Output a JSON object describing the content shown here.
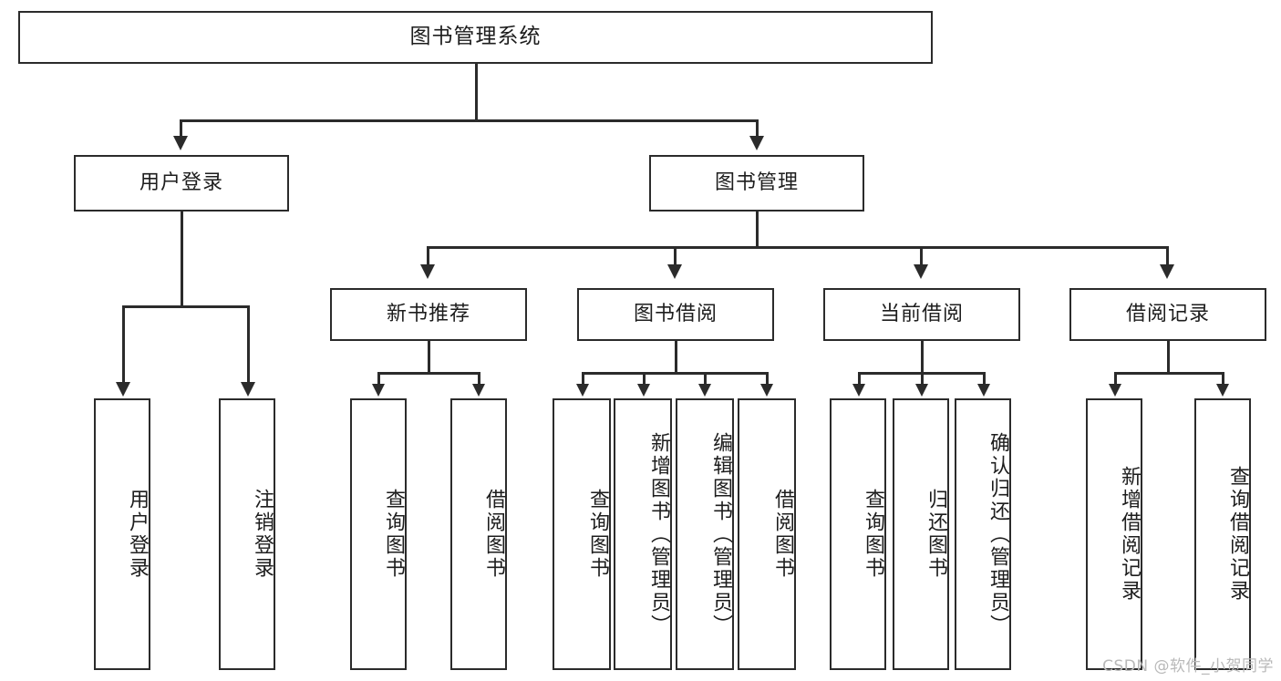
{
  "diagram": {
    "title": "图书管理系统",
    "root": {
      "label": "图书管理系统"
    },
    "level1": [
      {
        "label": "用户登录"
      },
      {
        "label": "图书管理"
      }
    ],
    "level2": [
      {
        "label": "新书推荐"
      },
      {
        "label": "图书借阅"
      },
      {
        "label": "当前借阅"
      },
      {
        "label": "借阅记录"
      }
    ],
    "leaves": {
      "user_login": [
        {
          "label": "用户登录"
        },
        {
          "label": "注销登录"
        }
      ],
      "new_book_recommend": [
        {
          "label": "查询图书"
        },
        {
          "label": "借阅图书"
        }
      ],
      "book_borrow": [
        {
          "label": "查询图书"
        },
        {
          "label": "新增图书（管理员）"
        },
        {
          "label": "编辑图书（管理员）"
        },
        {
          "label": "借阅图书"
        }
      ],
      "current_borrow": [
        {
          "label": "查询图书"
        },
        {
          "label": "归还图书"
        },
        {
          "label": "确认归还（管理员）"
        }
      ],
      "borrow_record": [
        {
          "label": "新增借阅记录"
        },
        {
          "label": "查询借阅记录"
        }
      ]
    }
  },
  "watermark": {
    "text": "CSDN @软件_小贺同学"
  },
  "colors": {
    "stroke": "#2b2b2b",
    "background": "#ffffff",
    "text": "#1d1d1d",
    "watermark": "#b9b9b9"
  }
}
